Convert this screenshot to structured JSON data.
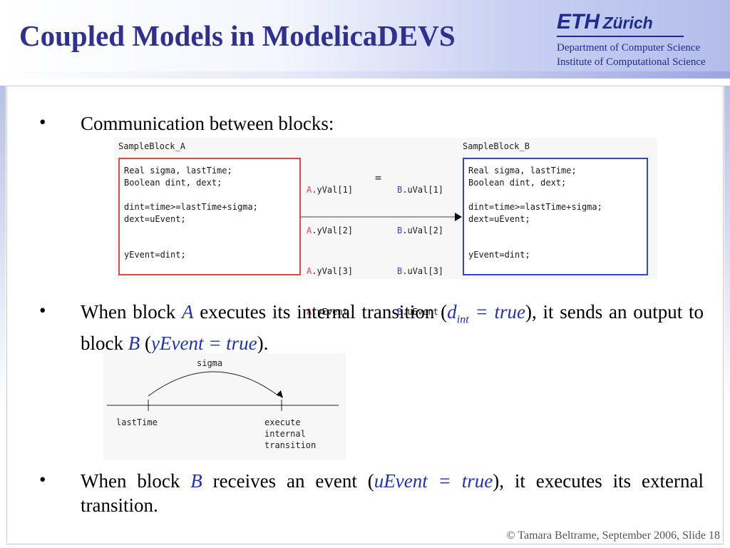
{
  "header": {
    "title": "Coupled Models in ModelicaDEVS",
    "logo_part1": "ETH",
    "logo_part2": "Zürich",
    "department": "Department of Computer Science",
    "institute": "Institute of Computational Science"
  },
  "bullets": {
    "symbol": "•",
    "b1": "Communication between blocks:",
    "b2": {
      "pre": "When block ",
      "a": "A",
      "mid": " executes its internal transition (",
      "d": "d",
      "sub": "int",
      "eq": " = true",
      "post": "), it sends an output to block ",
      "b": "B",
      "open": " (",
      "yevent": "yEvent = true",
      "close": ")."
    },
    "b3": {
      "pre": "When block ",
      "b": "B",
      "mid": " receives an event (",
      "uevent": "uEvent = true",
      "post": "), it executes its external transition."
    }
  },
  "figure1": {
    "title_a": "SampleBlock_A",
    "title_b": "SampleBlock_B",
    "code_a_decl": "Real sigma, lastTime;\nBoolean dint, dext;",
    "code_a_eqs": "dint=time>=lastTime+sigma;\ndext=uEvent;",
    "code_a_out": "yEvent=dint;",
    "code_b_decl": "Real sigma, lastTime;\nBoolean dint, dext;",
    "code_b_eqs": "dint=time>=lastTime+sigma;\ndext=uEvent;",
    "code_b_out": "yEvent=dint;",
    "ports_a": [
      {
        "prefix": "A",
        "name": ".yVal[1]"
      },
      {
        "prefix": "A",
        "name": ".yVal[2]"
      },
      {
        "prefix": "A",
        "name": ".yVal[3]"
      },
      {
        "prefix": "A",
        "name": ".yEvent"
      }
    ],
    "ports_b": [
      {
        "prefix": "B",
        "name": ".uVal[1]"
      },
      {
        "prefix": "B",
        "name": ".uVal[2]"
      },
      {
        "prefix": "B",
        "name": ".uVal[3]"
      },
      {
        "prefix": "B",
        "name": ".uEvent"
      }
    ],
    "equals": "="
  },
  "figure2": {
    "sigma": "sigma",
    "lasttime": "lastTime",
    "execute": "execute\ninternal\ntransition"
  },
  "footer": "© Tamara Beltrame, September 2006, Slide 18",
  "colors": {
    "title": "#2e3192",
    "accent_blue": "#1f31b5",
    "box_a": "#e14848",
    "box_b": "#3444cc"
  }
}
